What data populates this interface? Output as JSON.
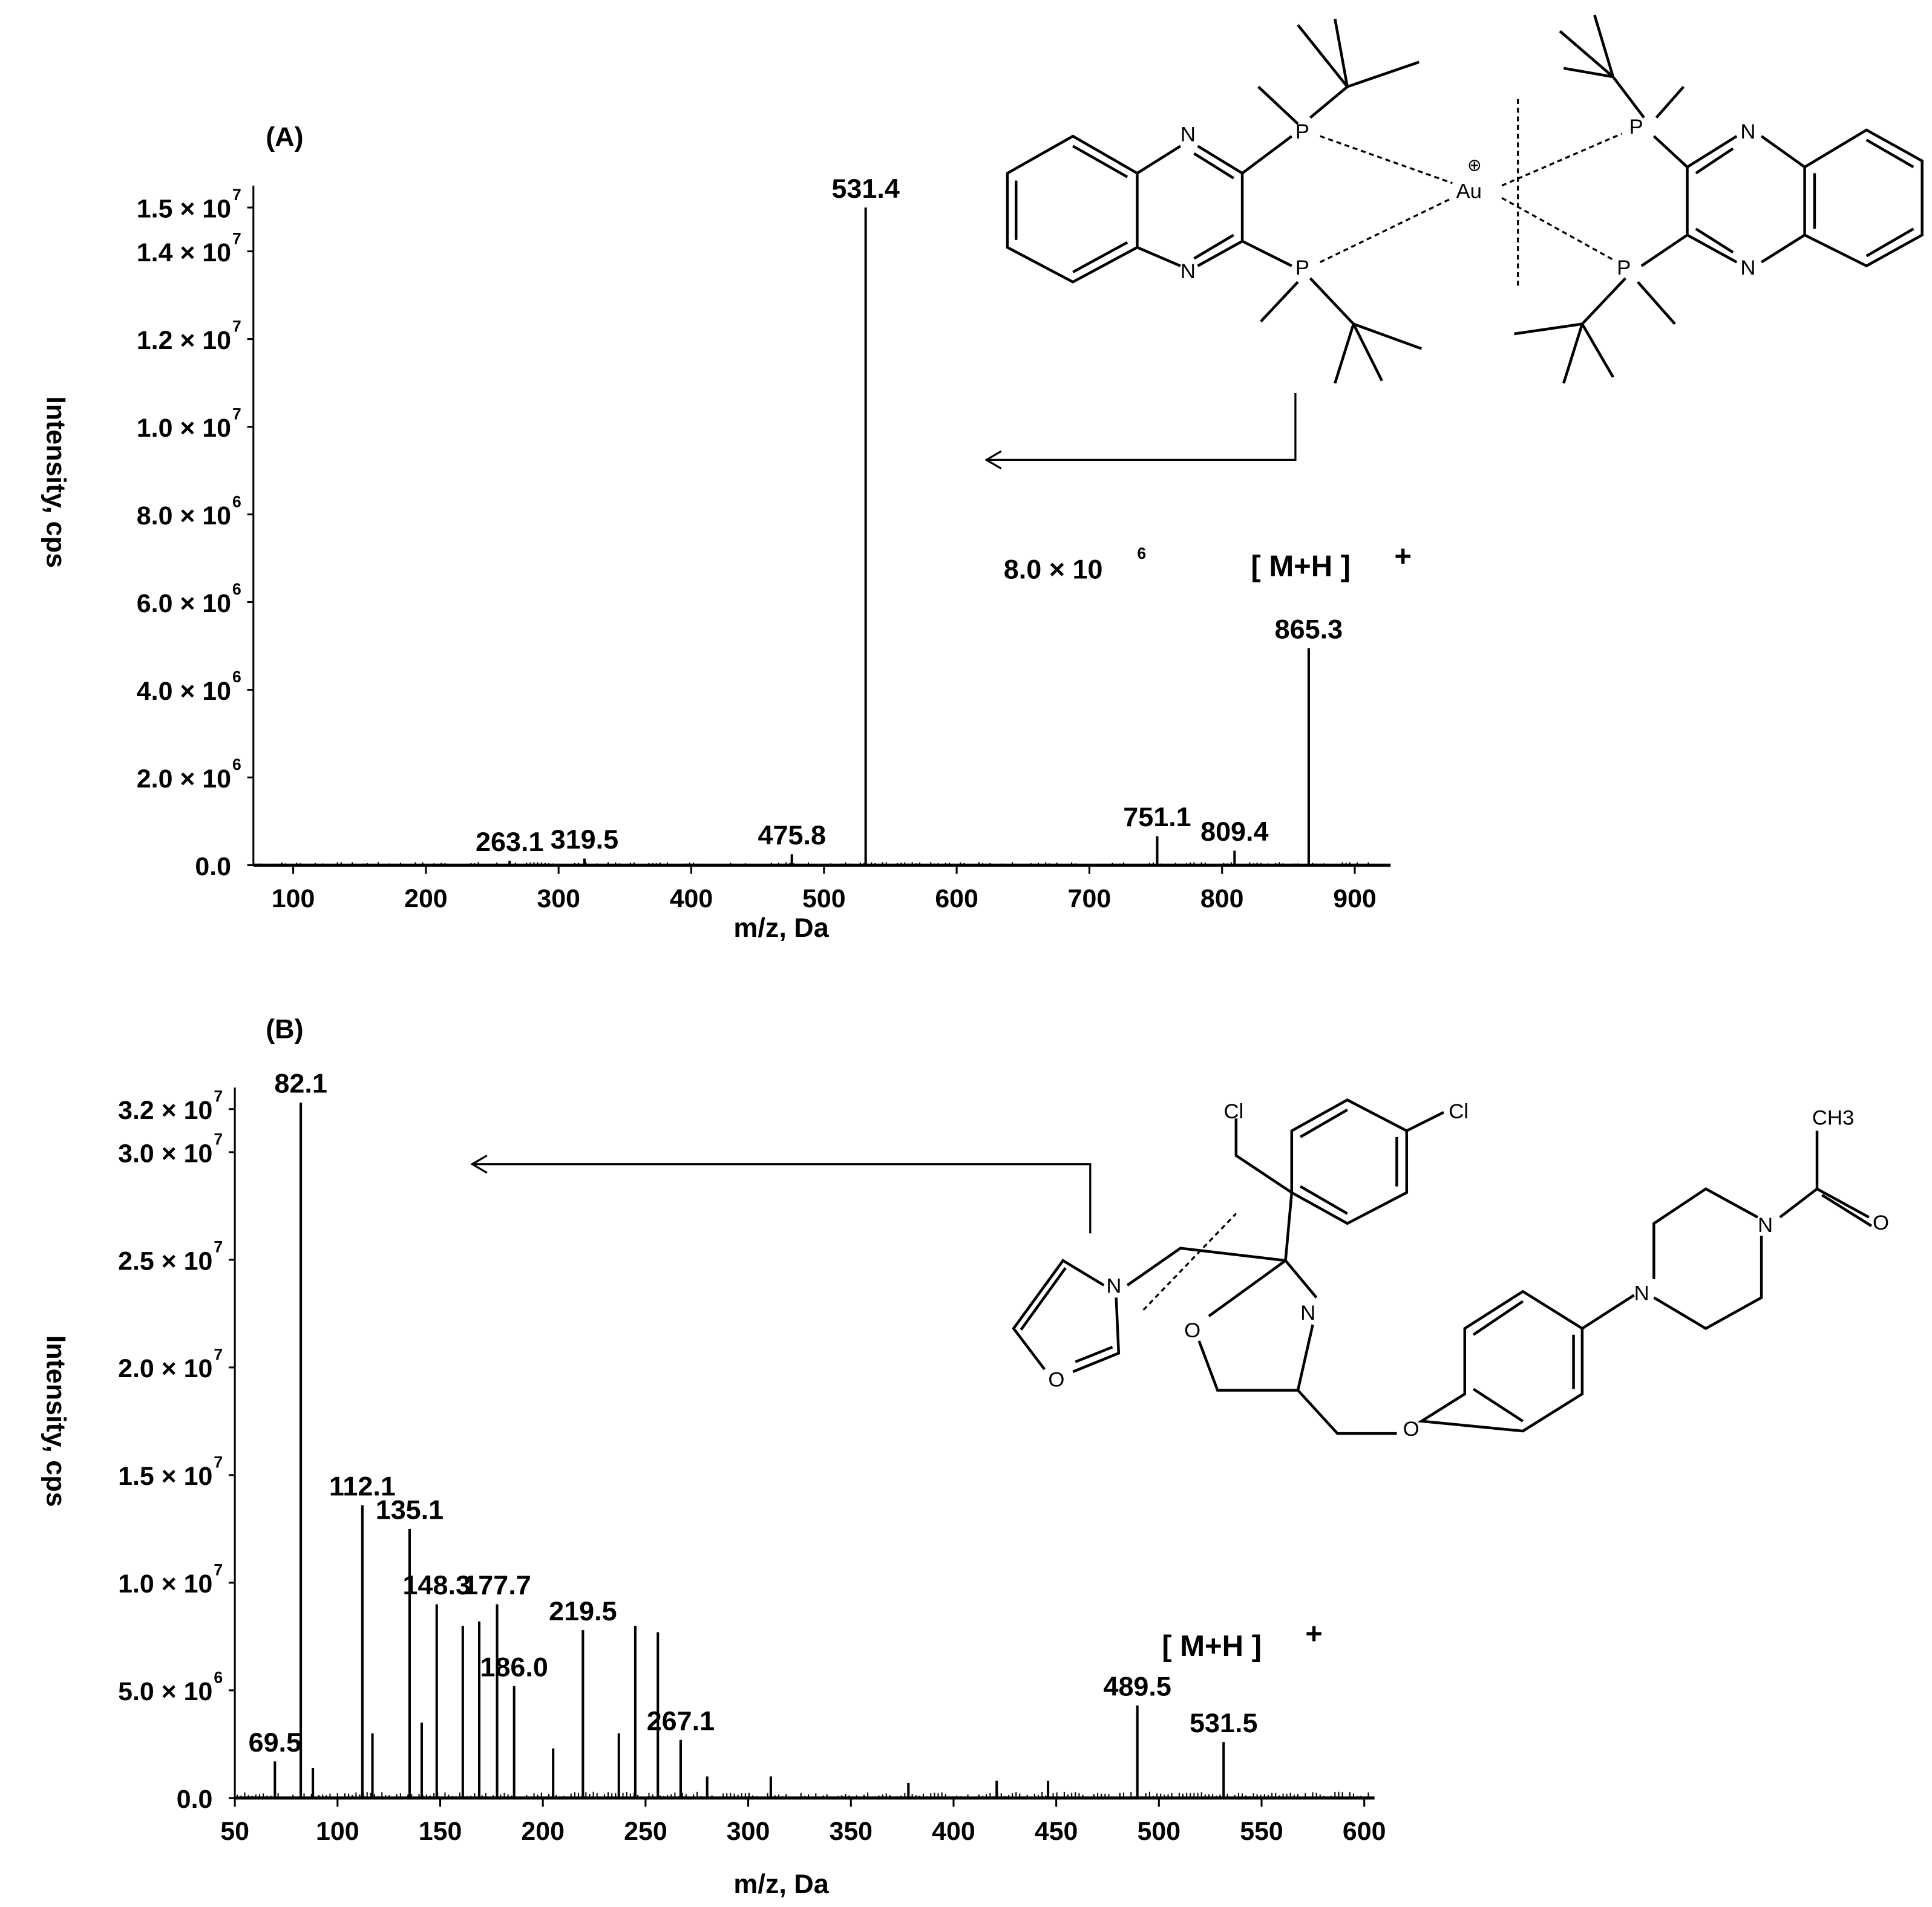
{
  "chart_data": [
    {
      "type": "bar",
      "panel_label": "(A)",
      "xlabel": "m/z, Da",
      "ylabel": "Intensity, cps",
      "xlim": [
        70,
        927
      ],
      "ylim": [
        0,
        15500000
      ],
      "xticks": [
        100,
        200,
        300,
        400,
        500,
        600,
        700,
        800,
        900
      ],
      "yticks": [
        {
          "value": 0,
          "mantissa": "0.0",
          "exp": ""
        },
        {
          "value": 2000000,
          "mantissa": "2.0 × 10",
          "exp": "6"
        },
        {
          "value": 4000000,
          "mantissa": "4.0 × 10",
          "exp": "6"
        },
        {
          "value": 6000000,
          "mantissa": "6.0 × 10",
          "exp": "6"
        },
        {
          "value": 8000000,
          "mantissa": "8.0 × 10",
          "exp": "6"
        },
        {
          "value": 10000000,
          "mantissa": "1.0 × 10",
          "exp": "7"
        },
        {
          "value": 12000000,
          "mantissa": "1.2 × 10",
          "exp": "7"
        },
        {
          "value": 14000000,
          "mantissa": "1.4 × 10",
          "exp": "7"
        },
        {
          "value": 15000000,
          "mantissa": "1.5 × 10",
          "exp": "7"
        }
      ],
      "peaks": [
        {
          "mz": 263.1,
          "intensity": 100000,
          "label": "263.1"
        },
        {
          "mz": 319.5,
          "intensity": 150000,
          "label": "319.5"
        },
        {
          "mz": 475.8,
          "intensity": 250000,
          "label": "475.8"
        },
        {
          "mz": 531.4,
          "intensity": 15000000,
          "label": "531.4"
        },
        {
          "mz": 751.1,
          "intensity": 660000,
          "label": "751.1"
        },
        {
          "mz": 809.4,
          "intensity": 330000,
          "label": "809.4"
        },
        {
          "mz": 865.3,
          "intensity": 4950000,
          "label": "865.3"
        }
      ],
      "annotations": {
        "scale_note_mantissa": "8.0 × 10",
        "scale_note_exp": "6",
        "ion": "[ M+H ]",
        "ion_charge": "+"
      },
      "structure_atoms": [
        "N",
        "N",
        "P",
        "P",
        "Au",
        "⊕",
        "P",
        "P",
        "N",
        "N"
      ]
    },
    {
      "type": "bar",
      "panel_label": "(B)",
      "xlabel": "m/z, Da",
      "ylabel": "Intensity, cps",
      "xlim": [
        50,
        605
      ],
      "ylim": [
        0,
        33000000
      ],
      "xticks": [
        50,
        100,
        150,
        200,
        250,
        300,
        350,
        400,
        450,
        500,
        550,
        600
      ],
      "yticks": [
        {
          "value": 0,
          "mantissa": "0.0",
          "exp": ""
        },
        {
          "value": 5000000,
          "mantissa": "5.0 × 10",
          "exp": "6"
        },
        {
          "value": 10000000,
          "mantissa": "1.0 × 10",
          "exp": "7"
        },
        {
          "value": 15000000,
          "mantissa": "1.5 × 10",
          "exp": "7"
        },
        {
          "value": 20000000,
          "mantissa": "2.0 × 10",
          "exp": "7"
        },
        {
          "value": 25000000,
          "mantissa": "2.5 × 10",
          "exp": "7"
        },
        {
          "value": 30000000,
          "mantissa": "3.0 × 10",
          "exp": "7"
        },
        {
          "value": 32000000,
          "mantissa": "3.2 × 10",
          "exp": "7"
        }
      ],
      "peaks": [
        {
          "mz": 69.5,
          "intensity": 1700000,
          "label": "69.5"
        },
        {
          "mz": 82.1,
          "intensity": 32300000,
          "label": "82.1"
        },
        {
          "mz": 88,
          "intensity": 1400000,
          "label": ""
        },
        {
          "mz": 112.1,
          "intensity": 13600000,
          "label": "112.1"
        },
        {
          "mz": 117,
          "intensity": 3000000,
          "label": ""
        },
        {
          "mz": 135.1,
          "intensity": 12500000,
          "label": "135.1"
        },
        {
          "mz": 141,
          "intensity": 3500000,
          "label": ""
        },
        {
          "mz": 148.3,
          "intensity": 9000000,
          "label": "148.3"
        },
        {
          "mz": 161,
          "intensity": 8000000,
          "label": ""
        },
        {
          "mz": 169,
          "intensity": 8200000,
          "label": ""
        },
        {
          "mz": 177.7,
          "intensity": 9000000,
          "label": "177.7"
        },
        {
          "mz": 186.0,
          "intensity": 5200000,
          "label": "186.0"
        },
        {
          "mz": 205,
          "intensity": 2300000,
          "label": ""
        },
        {
          "mz": 219.5,
          "intensity": 7800000,
          "label": "219.5"
        },
        {
          "mz": 237,
          "intensity": 3000000,
          "label": ""
        },
        {
          "mz": 245,
          "intensity": 8000000,
          "label": ""
        },
        {
          "mz": 256,
          "intensity": 7700000,
          "label": ""
        },
        {
          "mz": 267.1,
          "intensity": 2700000,
          "label": "267.1"
        },
        {
          "mz": 280,
          "intensity": 1000000,
          "label": ""
        },
        {
          "mz": 311,
          "intensity": 1000000,
          "label": ""
        },
        {
          "mz": 378,
          "intensity": 700000,
          "label": ""
        },
        {
          "mz": 421,
          "intensity": 800000,
          "label": ""
        },
        {
          "mz": 446,
          "intensity": 800000,
          "label": ""
        },
        {
          "mz": 489.5,
          "intensity": 4300000,
          "label": "489.5"
        },
        {
          "mz": 531.5,
          "intensity": 2600000,
          "label": "531.5"
        }
      ],
      "annotations": {
        "ion": "[ M+H ]",
        "ion_charge": "+"
      },
      "structure_atoms": [
        "Cl",
        "Cl",
        "CH3",
        "O",
        "N",
        "N",
        "O",
        "O",
        "N",
        "N",
        "O"
      ]
    }
  ]
}
